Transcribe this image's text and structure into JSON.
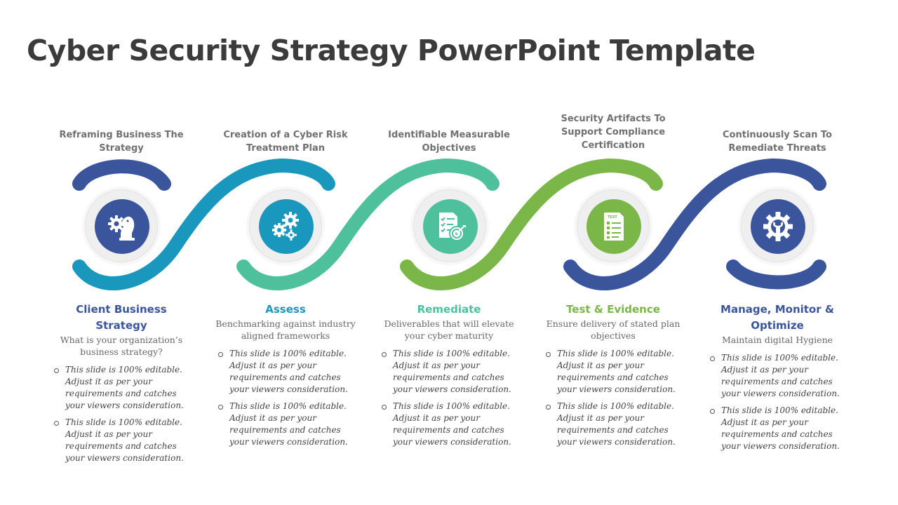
{
  "title": "Cyber Security Strategy PowerPoint Template",
  "colors": {
    "navy": "#3b559c",
    "teal": "#1a97bd",
    "mint": "#4fc09c",
    "green": "#7ab648"
  },
  "steps": [
    {
      "top_label": "Reframing Business The Strategy",
      "title": "Client Business Strategy",
      "subtitle": "What is your organization’s business strategy?",
      "icon": "chess-knight-gear-icon",
      "color": "#3b559c",
      "bullets": [
        "This slide is 100% editable. Adjust it as per your requirements and catches your viewers consideration.",
        "This slide is 100% editable. Adjust it as per your requirements and catches your viewers consideration."
      ]
    },
    {
      "top_label": "Creation of a Cyber Risk Treatment Plan",
      "title": "Assess",
      "subtitle": "Benchmarking against industry aligned frameworks",
      "icon": "gears-icon",
      "color": "#1a97bd",
      "bullets": [
        "This slide is 100% editable. Adjust it as per your requirements and catches your viewers consideration.",
        "This slide is 100% editable. Adjust it as per your requirements and catches your viewers consideration."
      ]
    },
    {
      "top_label": "Identifiable Measurable Objectives",
      "title": "Remediate",
      "subtitle": "Deliverables that will elevate your cyber maturity",
      "icon": "checklist-target-icon",
      "color": "#4fc09c",
      "bullets": [
        "This slide is 100% editable. Adjust it as per your requirements and catches your viewers consideration.",
        "This slide is 100% editable. Adjust it as per your requirements and catches your viewers consideration."
      ]
    },
    {
      "top_label": "Security Artifacts To Support Compliance Certification",
      "title": "Test & Evidence",
      "subtitle": "Ensure delivery of stated plan objectives",
      "icon": "test-document-icon",
      "icon_text": "TEST",
      "color": "#7ab648",
      "bullets": [
        "This slide is 100% editable. Adjust it as per your requirements and catches your viewers consideration.",
        "This slide is 100% editable. Adjust it as per your requirements and catches your viewers consideration."
      ]
    },
    {
      "top_label": "Continuously Scan To Remediate Threats",
      "title": "Manage, Monitor & Optimize",
      "subtitle": "Maintain digital Hygiene",
      "icon": "gear-wrench-icon",
      "color": "#3b559c",
      "bullets": [
        "This slide is 100% editable. Adjust it as per your requirements and catches your viewers consideration.",
        "This slide is 100% editable. Adjust it as per your requirements and catches your viewers consideration."
      ]
    }
  ]
}
